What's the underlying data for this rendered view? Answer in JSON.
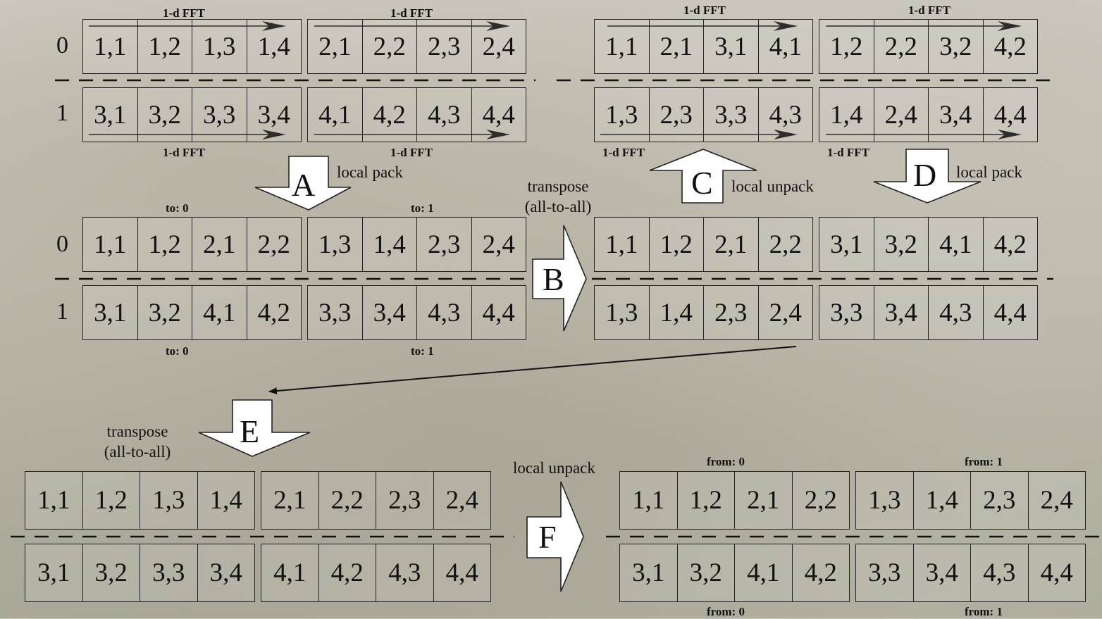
{
  "labels": {
    "fft": "1-d FFT",
    "to0": "to: 0",
    "to1": "to: 1",
    "from0": "from: 0",
    "from1": "from: 1",
    "rank0": "0",
    "rank1": "1",
    "local_pack": "local pack",
    "local_unpack": "local unpack",
    "transpose": "transpose",
    "all_to_all": "(all-to-all)"
  },
  "steps": [
    "A",
    "B",
    "C",
    "D",
    "E",
    "F"
  ],
  "stage1": {
    "r0": [
      [
        "1,1",
        "1,2",
        "1,3",
        "1,4"
      ],
      [
        "2,1",
        "2,2",
        "2,3",
        "2,4"
      ]
    ],
    "r1": [
      [
        "3,1",
        "3,2",
        "3,3",
        "3,4"
      ],
      [
        "4,1",
        "4,2",
        "4,3",
        "4,4"
      ]
    ]
  },
  "stage2": {
    "r0": [
      [
        "1,1",
        "2,1",
        "3,1",
        "4,1"
      ],
      [
        "1,2",
        "2,2",
        "3,2",
        "4,2"
      ]
    ],
    "r1": [
      [
        "1,3",
        "2,3",
        "3,3",
        "4,3"
      ],
      [
        "1,4",
        "2,4",
        "3,4",
        "4,4"
      ]
    ]
  },
  "stage3": {
    "r0": [
      [
        "1,1",
        "1,2",
        "2,1",
        "2,2"
      ],
      [
        "1,3",
        "1,4",
        "2,3",
        "2,4"
      ]
    ],
    "r1": [
      [
        "3,1",
        "3,2",
        "4,1",
        "4,2"
      ],
      [
        "3,3",
        "3,4",
        "4,3",
        "4,4"
      ]
    ]
  },
  "stage4": {
    "r0": [
      [
        "1,1",
        "1,2",
        "2,1",
        "2,2"
      ],
      [
        "3,1",
        "3,2",
        "4,1",
        "4,2"
      ]
    ],
    "r1": [
      [
        "1,3",
        "1,4",
        "2,3",
        "2,4"
      ],
      [
        "3,3",
        "3,4",
        "4,3",
        "4,4"
      ]
    ]
  },
  "stage5": {
    "r0": [
      [
        "1,1",
        "1,2",
        "1,3",
        "1,4"
      ],
      [
        "2,1",
        "2,2",
        "2,3",
        "2,4"
      ]
    ],
    "r1": [
      [
        "3,1",
        "3,2",
        "3,3",
        "3,4"
      ],
      [
        "4,1",
        "4,2",
        "4,3",
        "4,4"
      ]
    ]
  },
  "stage6": {
    "r0": [
      [
        "1,1",
        "1,2",
        "2,1",
        "2,2"
      ],
      [
        "1,3",
        "1,4",
        "2,3",
        "2,4"
      ]
    ],
    "r1": [
      [
        "3,1",
        "3,2",
        "4,1",
        "4,2"
      ],
      [
        "3,3",
        "3,4",
        "4,3",
        "4,4"
      ]
    ]
  }
}
